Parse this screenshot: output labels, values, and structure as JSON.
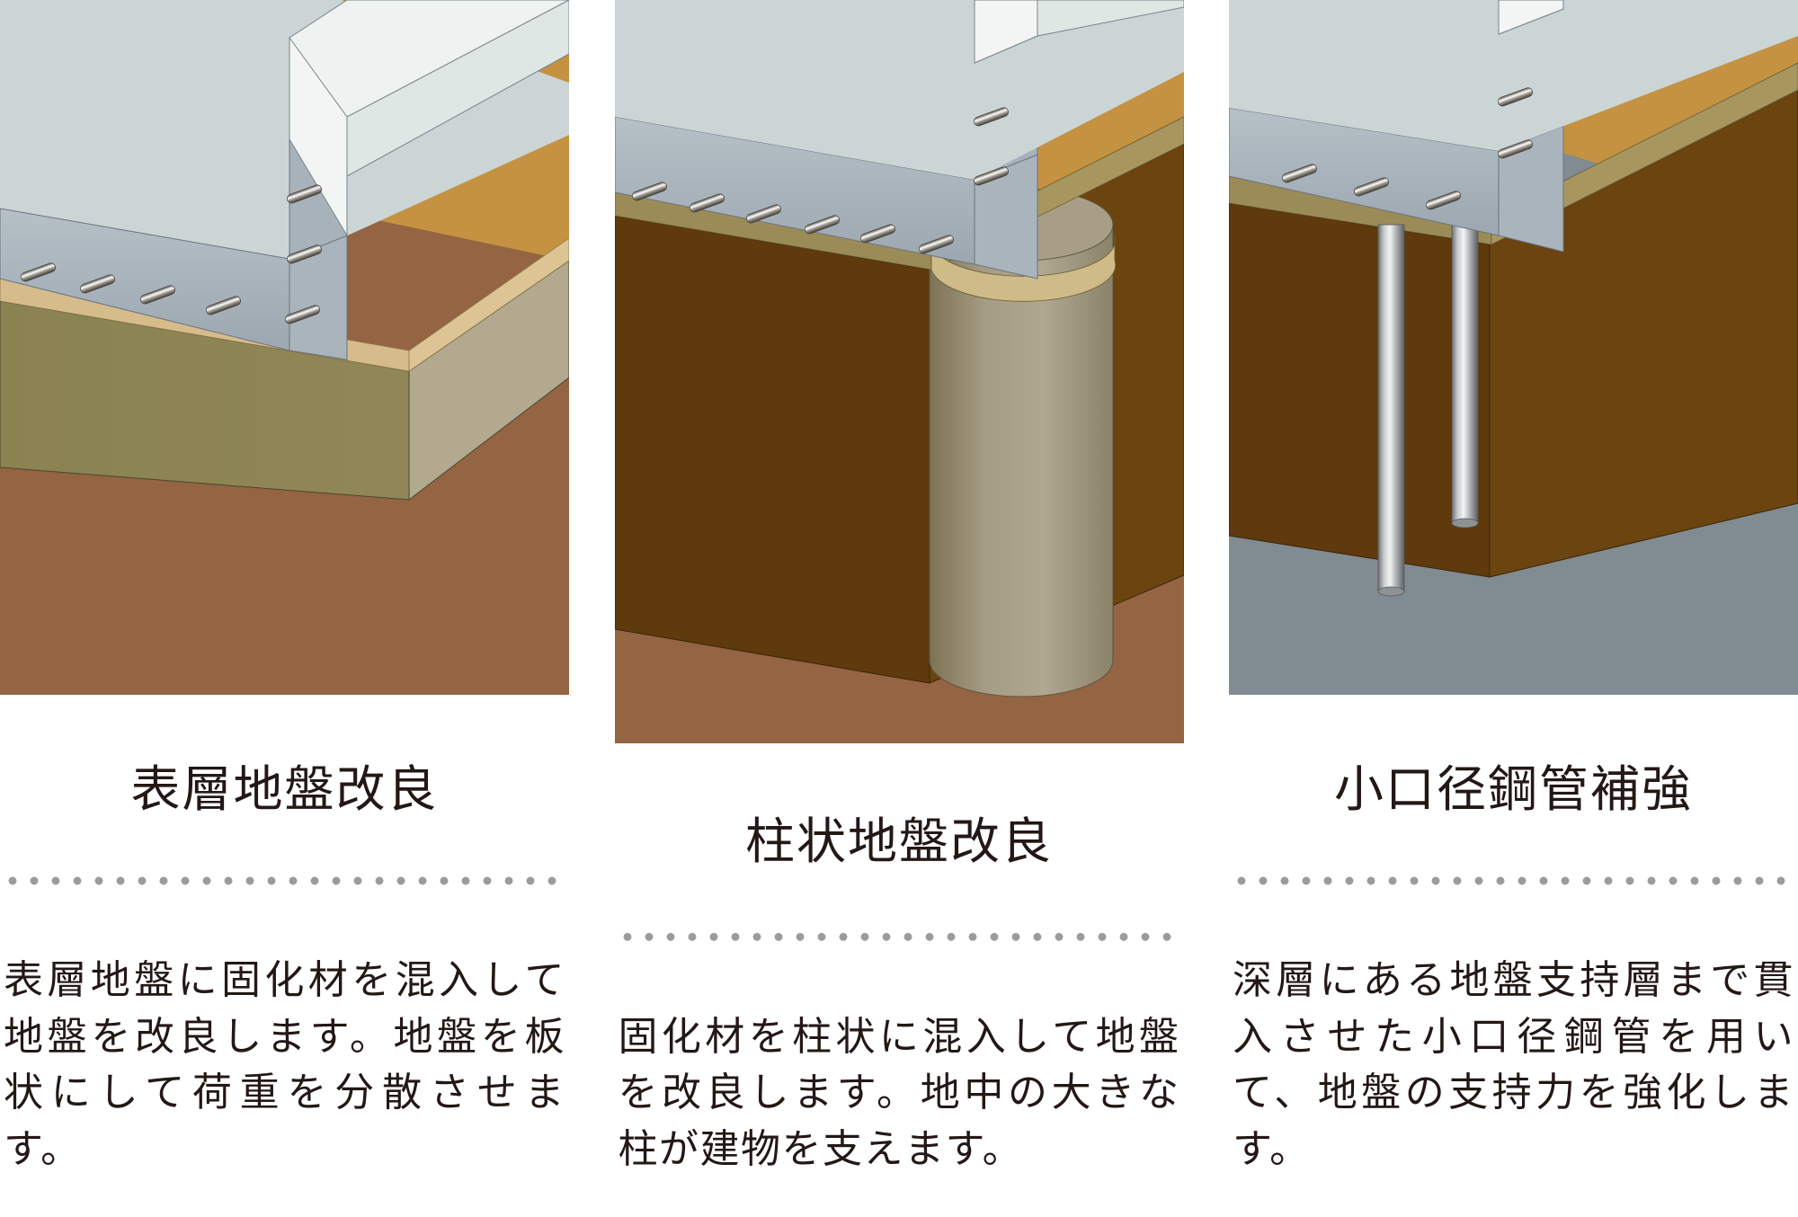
{
  "page": {
    "background": "#ffffff",
    "text_color": "#231815",
    "divider_color": "#9b9b9b"
  },
  "panels": [
    {
      "id": "surface-ground-improvement",
      "title": "表層地盤改良",
      "caption": "表層地盤に固化材を混入して地盤を改良します。地盤を板状にして荷重を分散させます。",
      "illustration": {
        "name": "surface-ground-improvement-diagram",
        "layers": [
          {
            "name": "concrete-slab",
            "color": "#ccd5d6"
          },
          {
            "name": "concrete-slab-top",
            "color": "#e4ecea"
          },
          {
            "name": "foundation-beam-side",
            "color": "#aab4bd"
          },
          {
            "name": "rebar-pin",
            "color": "#7e7a72"
          },
          {
            "name": "sand-layer",
            "color": "#d6bc8b"
          },
          {
            "name": "improved-soil-slab",
            "color": "#8d8355"
          },
          {
            "name": "improved-soil-slab-side",
            "color": "#b3a98e"
          },
          {
            "name": "natural-ground",
            "color": "#946443"
          },
          {
            "name": "far-soil-block",
            "color": "#c49241"
          }
        ],
        "rebar_count_front": 5,
        "rebar_count_side": 3
      }
    },
    {
      "id": "column-ground-improvement",
      "title": "柱状地盤改良",
      "caption": "固化材を柱状に混入して地盤を改良します。地中の大きな柱が建物を支えます。",
      "illustration": {
        "name": "column-ground-improvement-diagram",
        "layers": [
          {
            "name": "concrete-slab",
            "color": "#ccd5d6"
          },
          {
            "name": "foundation-beam-side",
            "color": "#aab4bd"
          },
          {
            "name": "rebar-pin",
            "color": "#7e7a72"
          },
          {
            "name": "sand-layer",
            "color": "#9b8b57"
          },
          {
            "name": "excavated-soil",
            "color": "#5e3a0c"
          },
          {
            "name": "soil-column",
            "color": "#9a9079"
          },
          {
            "name": "natural-ground",
            "color": "#946443"
          },
          {
            "name": "far-soil-block",
            "color": "#c49241"
          }
        ],
        "rebar_count_front": 6,
        "rebar_count_side": 2
      }
    },
    {
      "id": "small-diameter-steel-pipe-reinforcement",
      "title": "小口径鋼管補強",
      "caption": "深層にある地盤支持層まで貫入させた小口径鋼管を用いて、地盤の支持力を強化します。",
      "illustration": {
        "name": "steel-pipe-reinforcement-diagram",
        "layers": [
          {
            "name": "concrete-slab",
            "color": "#ccd5d6"
          },
          {
            "name": "foundation-beam-side",
            "color": "#aab4bd"
          },
          {
            "name": "rebar-pin",
            "color": "#7e7a72"
          },
          {
            "name": "sand-layer",
            "color": "#9b8b57"
          },
          {
            "name": "excavated-soil",
            "color": "#5e3a0c"
          },
          {
            "name": "bearing-stratum",
            "color": "#808b92"
          },
          {
            "name": "steel-pipe",
            "color": "#b9bcbd"
          },
          {
            "name": "far-soil-block",
            "color": "#c49241"
          }
        ],
        "rebar_count_front": 3,
        "rebar_count_side": 3,
        "pipe_count": 2
      }
    }
  ]
}
